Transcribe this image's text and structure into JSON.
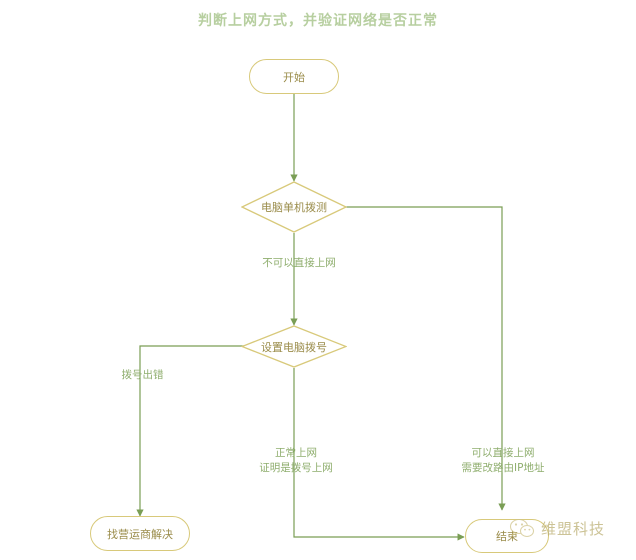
{
  "title": "判断上网方式，并验证网络是否正常",
  "colors": {
    "title": "#b7cfa0",
    "node_stroke": "#d8c97a",
    "node_text": "#9a8c4a",
    "edge_line": "#7a9e55",
    "edge_label": "#8fae6e",
    "watermark": "#b9ac6e",
    "background": "#ffffff"
  },
  "nodes": [
    {
      "id": "start",
      "type": "terminal",
      "label": "开始"
    },
    {
      "id": "decision1",
      "type": "decision",
      "label": "电脑单机拨测"
    },
    {
      "id": "decision2",
      "type": "decision",
      "label": "设置电脑拨号"
    },
    {
      "id": "isp",
      "type": "terminal",
      "label": "找营运商解决"
    },
    {
      "id": "end",
      "type": "terminal",
      "label": "结束"
    }
  ],
  "edge_labels": [
    {
      "id": "label-cannot-direct",
      "text": "不可以直接上网"
    },
    {
      "id": "label-dial-error",
      "text": "拨号出错"
    },
    {
      "id": "label-normal-line1",
      "text": "正常上网"
    },
    {
      "id": "label-normal-line2",
      "text": "证明是拨号上网"
    },
    {
      "id": "label-direct-line1",
      "text": "可以直接上网"
    },
    {
      "id": "label-direct-line2",
      "text": "需要改路由IP地址"
    }
  ],
  "watermark": {
    "icon": "wechat-icon",
    "text": "维盟科技"
  }
}
